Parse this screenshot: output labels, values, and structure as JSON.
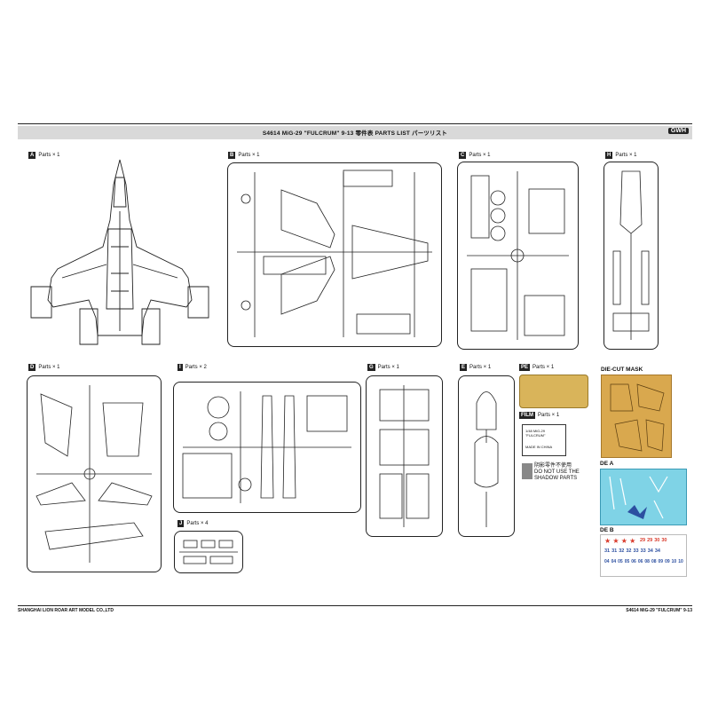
{
  "header": {
    "title": "S4614  MiG-29  \"FULCRUM\"  9-13    零件表    PARTS LIST    パーツリスト",
    "brand": "GWH"
  },
  "sprues": {
    "A": {
      "key": "A",
      "qty": "Parts × 1"
    },
    "B": {
      "key": "B",
      "qty": "Parts × 1"
    },
    "C": {
      "key": "C",
      "qty": "Parts × 1"
    },
    "H": {
      "key": "H",
      "qty": "Parts × 1"
    },
    "D": {
      "key": "D",
      "qty": "Parts × 1"
    },
    "I": {
      "key": "I",
      "qty": "Parts × 2"
    },
    "G": {
      "key": "G",
      "qty": "Parts × 1"
    },
    "E": {
      "key": "E",
      "qty": "Parts × 1"
    },
    "PE": {
      "key": "PE",
      "qty": "Parts × 1"
    },
    "FILM": {
      "key": "FILM",
      "qty": "Parts × 1"
    },
    "J": {
      "key": "J",
      "qty": "Parts × 4"
    }
  },
  "film_label": "1/48 MiG-29 \"FULCRUM\"",
  "film_made": "MADE IN CHINA",
  "notice": {
    "cn": "阴影零件不使用",
    "en1": "DO NOT USE THE",
    "en2": "SHADOW PARTS"
  },
  "decals": {
    "mask": "DIE-CUT MASK",
    "dea": "DE A",
    "deb": "DE B",
    "deb_row1": [
      "29",
      "29",
      "30",
      "30"
    ],
    "deb_row2": [
      "31",
      "31",
      "32",
      "32",
      "33",
      "33",
      "34",
      "34"
    ],
    "deb_row3": [
      "04",
      "04",
      "05",
      "05",
      "06",
      "06",
      "08",
      "08",
      "09",
      "09",
      "10",
      "10"
    ]
  },
  "footer": {
    "left": "SHANGHAI LION ROAR ART MODEL CO.,LTD",
    "right": "S4614 MiG-29 \"FULCRUM\" 9-13"
  },
  "colors": {
    "mask": "#d9a84e",
    "dea_bg": "#7fd3e6",
    "deb_red": "#d93a2b",
    "deb_blue": "#2c4fa0",
    "pe": "#d9b45a"
  }
}
